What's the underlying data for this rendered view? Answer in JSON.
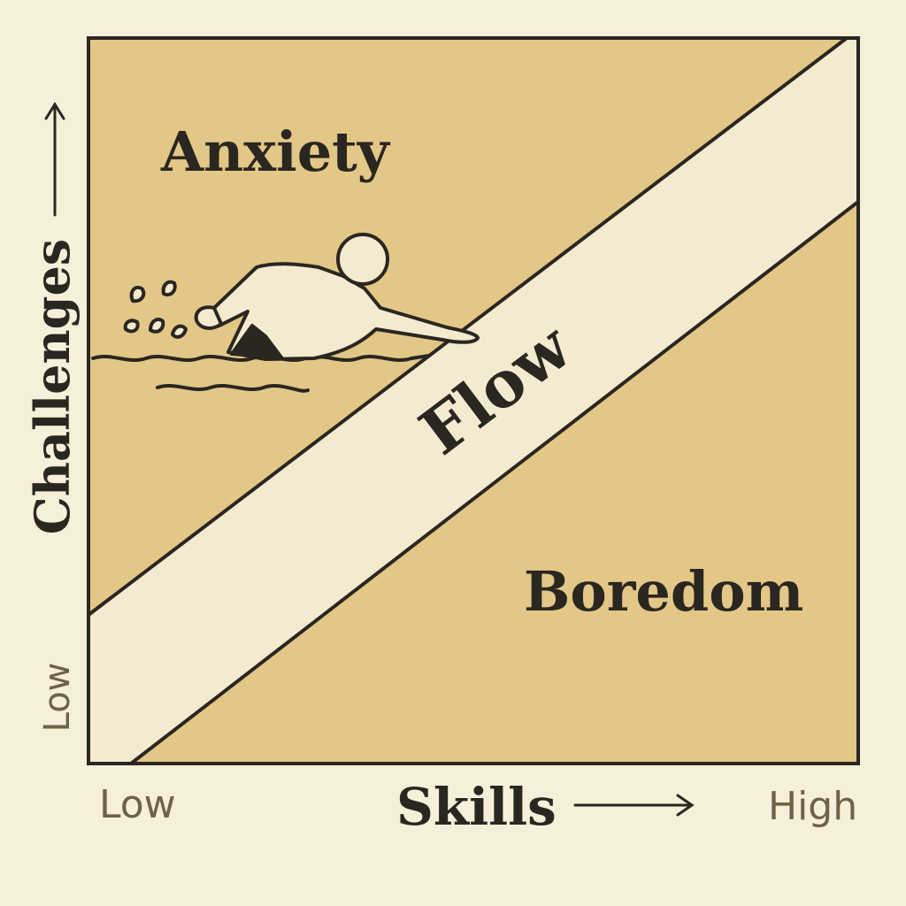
{
  "labels": {
    "anxiety": "Anxiety",
    "flow": "Flow",
    "boredom": "Boredom"
  },
  "axes": {
    "x_title": "Skills",
    "y_title": "Challenges",
    "x_low": "Low",
    "x_high": "High",
    "y_low": "Low"
  },
  "colors": {
    "background": "#f6efd9",
    "region_fill": "#e3c787",
    "flow_band": "#f4ead0",
    "ink": "#2a2620",
    "tick_text": "#6e6248"
  },
  "icons": {
    "swimmer": "swimmer-icon",
    "x_arrow": "arrow-right-icon",
    "y_arrow": "arrow-up-icon"
  }
}
